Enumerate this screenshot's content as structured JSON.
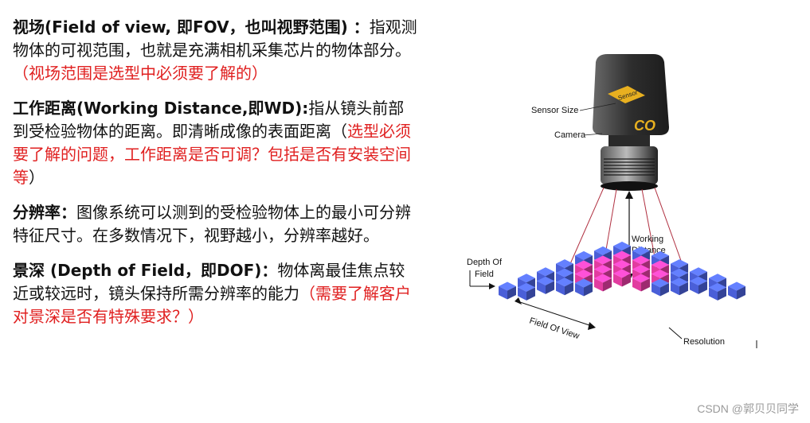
{
  "paragraphs": [
    {
      "heading": "视场(Field of view, 即FOV，也叫视野范围) ：",
      "body": "指观测物体的可视范围，也就是充满相机采集芯片的物体部分。",
      "note": "（视场范围是选型中必须要了解的）",
      "tail": ""
    },
    {
      "heading": "工作距离(Working Distance,即WD):",
      "body": "指从镜头前部到受检验物体的距离。即清晰成像的表面距离（",
      "note": "选型必须要了解的问题，工作距离是否可调？包括是否有安装空间等",
      "tail": "）"
    },
    {
      "heading": "分辨率：",
      "body": "图像系统可以测到的受检验物体上的最小可分辨特征尺寸。在多数情况下，视野越小，分辨率越好。",
      "note": "",
      "tail": ""
    },
    {
      "heading": "景深 (Depth of Field，即DOF)：",
      "body": "物体离最佳焦点较近或较远时，镜头保持所需分辨率的能力",
      "note": "（需要了解客户对景深是否有特殊要求？）",
      "tail": ""
    }
  ],
  "figure": {
    "sensor_size_label": "Sensor Size",
    "sensor_chip_text": "Sensor",
    "camera_label": "Camera",
    "camera_logo": "CO",
    "working_distance_label": [
      "Working",
      "Distance"
    ],
    "depth_of_field_label": [
      "Depth Of",
      "Field"
    ],
    "field_of_view_label": "Field Of View",
    "resolution_label": "Resolution",
    "colors": {
      "cube_blue": "#4a5fd8",
      "cube_pink": "#e23ca0",
      "camera_body": "#3a3a3a",
      "sensor_chip": "#e8b020",
      "ray_line": "#b03040"
    }
  },
  "watermark": "CSDN @郭贝贝同学"
}
